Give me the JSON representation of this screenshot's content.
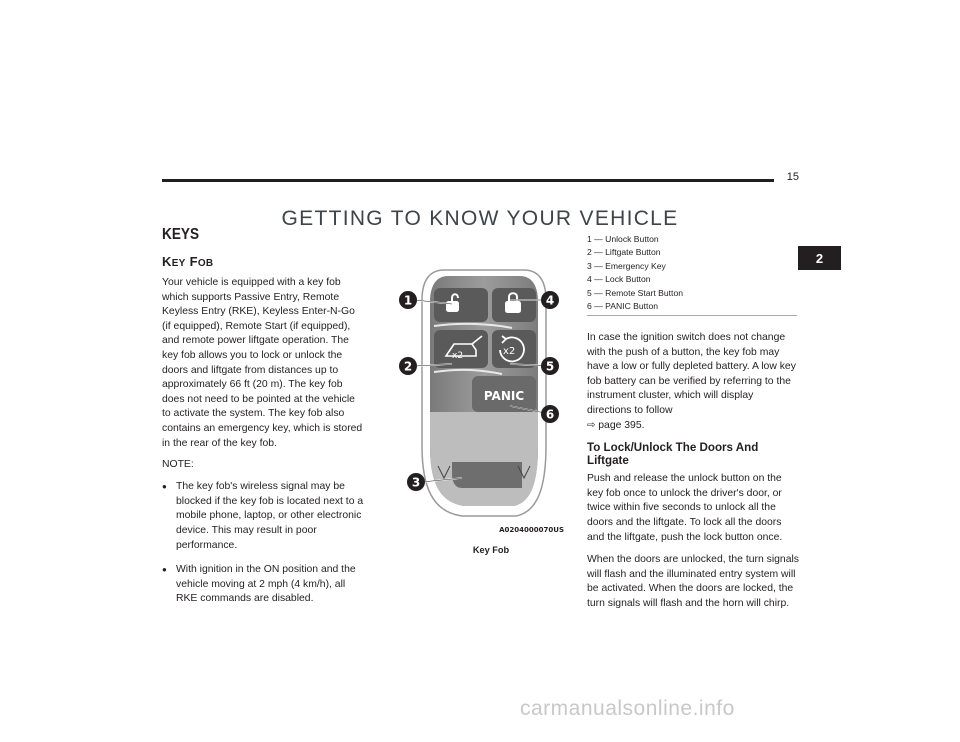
{
  "header": {
    "page_number": "15",
    "chapter_title": "GETTING TO KNOW YOUR VEHICLE",
    "tab_label": "2"
  },
  "section": {
    "title": "KEYS"
  },
  "subsection": {
    "title_initial_k": "K",
    "title_ey": "EY",
    "title_initial_f": " F",
    "title_ob": "OB"
  },
  "intro_paragraph": "Your vehicle is equipped with a key fob which supports Passive Entry, Remote Keyless Entry (RKE), Keyless Enter-N-Go (if equipped), Remote Start (if equipped), and remote power liftgate operation. The key fob allows you to lock or unlock the doors and liftgate from distances up to approximately 66 ft (20 m). The key fob does not need to be pointed at the vehicle to activate the system. The key fob also contains an emergency key, which is stored in the rear of the key fob.",
  "note": {
    "label": "NOTE:",
    "bullets": [
      "The key fob's wireless signal may be blocked if the key fob is located next to a mobile phone, laptop, or other electronic device. This may result in poor performance.",
      "With ignition in the ON position and the vehicle moving at 2 mph (4 km/h), all RKE commands are disabled."
    ]
  },
  "figure": {
    "image_code": "A0204000070US",
    "caption": "Key Fob",
    "panic_label": "PANIC",
    "x2_label": "x2",
    "callouts": [
      "1",
      "2",
      "3",
      "4",
      "5",
      "6"
    ]
  },
  "legend": [
    "1 — Unlock Button",
    "2 — Liftgate Button",
    "3 — Emergency Key",
    "4 — Lock Button",
    "5 — Remote Start Button",
    "6 — PANIC Button"
  ],
  "right_column": {
    "paragraph1": "In case the ignition switch does not change with the push of a button, the key fob may have a low or fully depleted battery. A low key fob battery can be verified by referring to the instrument cluster, which will display directions to follow",
    "page_ref": "page 395.",
    "heading": "To Lock/Unlock The Doors And Liftgate",
    "paragraph2": "Push and release the unlock button on the key fob once to unlock the driver's door, or twice within five seconds to unlock all the doors and the liftgate. To lock all the doors and the liftgate, push the lock button once.",
    "paragraph3": "When the doors are unlocked, the turn signals will flash and the illuminated entry system will be activated. When the doors are locked, the turn signals will flash and the horn will chirp."
  },
  "watermark": "carmanualsonline.info"
}
